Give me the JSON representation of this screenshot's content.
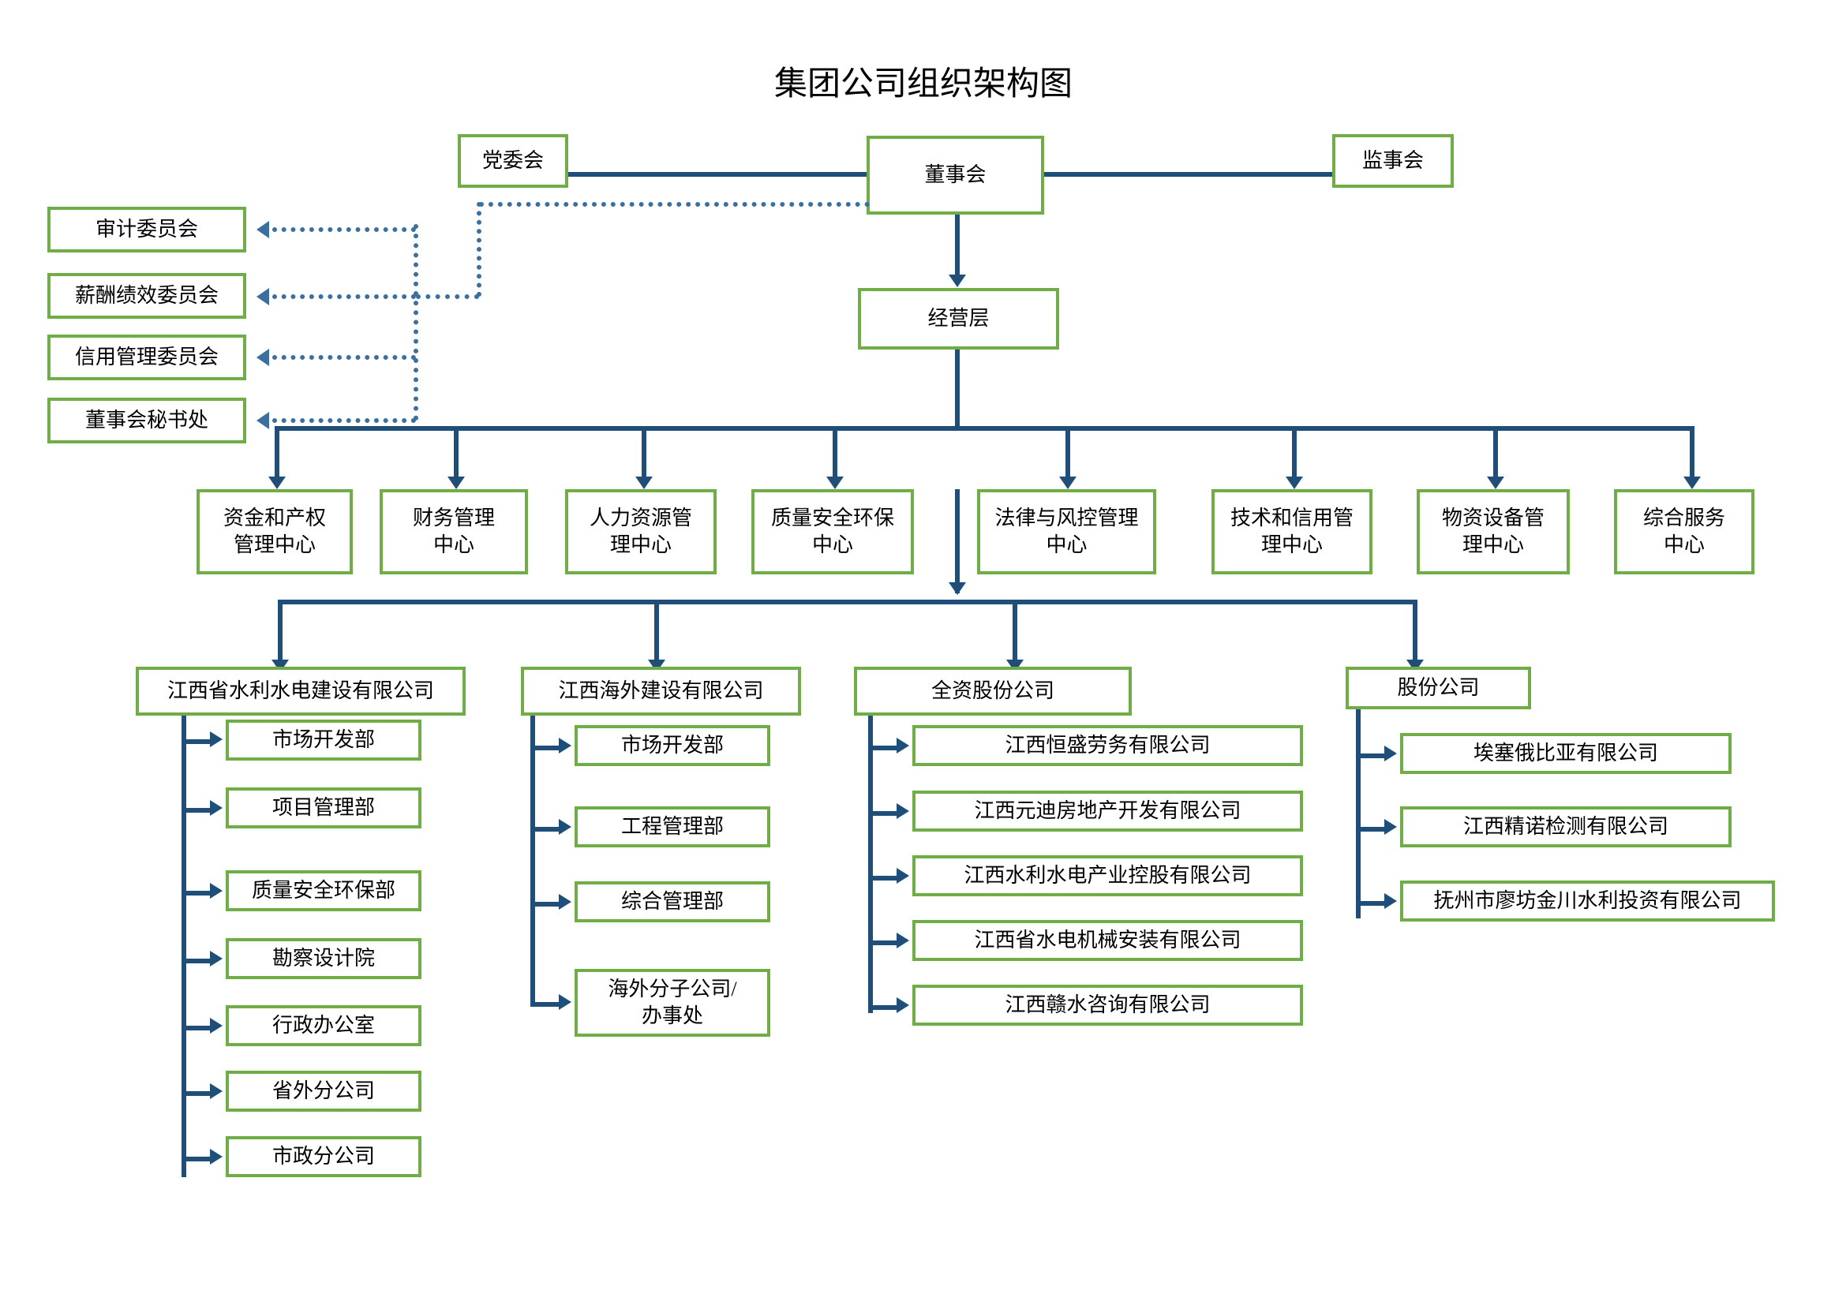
{
  "title": "集团公司组织架构图",
  "colors": {
    "box_border": "#70AD47",
    "connector": "#1F4E79",
    "dotted_connector": "#3A6F9F",
    "background": "#FFFFFF"
  },
  "top": {
    "party_committee": "党委会",
    "board_of_directors": "董事会",
    "supervisory_board": "监事会",
    "management_layer": "经营层"
  },
  "committees": [
    {
      "label": "审计委员会"
    },
    {
      "label": "薪酬绩效委员会"
    },
    {
      "label": "信用管理委员会"
    },
    {
      "label": "董事会秘书处"
    }
  ],
  "centers": [
    {
      "label": "资金和产权\n管理中心",
      "line1": "资金和产权",
      "line2": "管理中心"
    },
    {
      "label": "财务管理\n中心",
      "line1": "财务管理",
      "line2": "中心"
    },
    {
      "label": "人力资源管\n理中心",
      "line1": "人力资源管",
      "line2": "理中心"
    },
    {
      "label": "质量安全环保\n中心",
      "line1": "质量安全环保",
      "line2": "中心"
    },
    {
      "label": "法律与风控管理\n中心",
      "line1": "法律与风控管理",
      "line2": "中心"
    },
    {
      "label": "技术和信用管\n理中心",
      "line1": "技术和信用管",
      "line2": "理中心"
    },
    {
      "label": "物资设备管\n理中心",
      "line1": "物资设备管",
      "line2": "理中心"
    },
    {
      "label": "综合服务\n中心",
      "line1": "综合服务",
      "line2": "中心"
    }
  ],
  "subsidiaries": [
    {
      "name": "江西省水利水电建设有限公司",
      "children": [
        {
          "label": "市场开发部"
        },
        {
          "label": "项目管理部"
        },
        {
          "label": "质量安全环保部"
        },
        {
          "label": "勘察设计院"
        },
        {
          "label": "行政办公室"
        },
        {
          "label": "省外分公司"
        },
        {
          "label": "市政分公司"
        }
      ]
    },
    {
      "name": "江西海外建设有限公司",
      "children": [
        {
          "label": "市场开发部"
        },
        {
          "label": "工程管理部"
        },
        {
          "label": "综合管理部"
        },
        {
          "label": "海外分子公司/\n办事处",
          "line1": "海外分子公司/",
          "line2": "办事处"
        }
      ]
    },
    {
      "name": "全资股份公司",
      "children": [
        {
          "label": "江西恒盛劳务有限公司"
        },
        {
          "label": "江西元迪房地产开发有限公司"
        },
        {
          "label": "江西水利水电产业控股有限公司"
        },
        {
          "label": "江西省水电机械安装有限公司"
        },
        {
          "label": "江西赣水咨询有限公司"
        }
      ]
    },
    {
      "name": "股份公司",
      "children": [
        {
          "label": "埃塞俄比亚有限公司"
        },
        {
          "label": "江西精诺检测有限公司"
        },
        {
          "label": "抚州市廖坊金川水利投资有限公司"
        }
      ]
    }
  ]
}
